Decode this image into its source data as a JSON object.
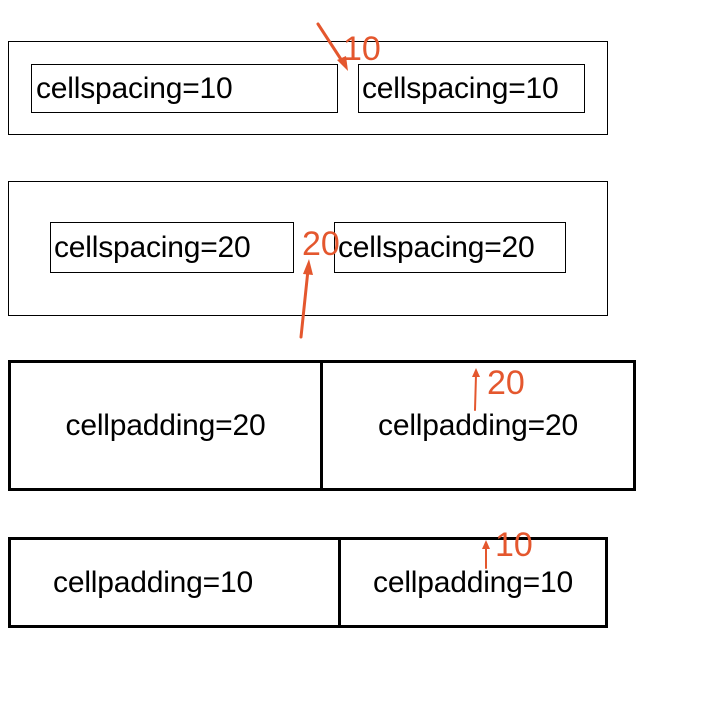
{
  "tables": [
    {
      "kind": "cellspacing",
      "cells": [
        "cellspacing=10",
        "cellspacing=10"
      ],
      "annotation": "10"
    },
    {
      "kind": "cellspacing",
      "cells": [
        "cellspacing=20",
        "cellspacing=20"
      ],
      "annotation": "20"
    },
    {
      "kind": "cellpadding",
      "cells": [
        "cellpadding=20",
        "cellpadding=20"
      ],
      "annotation": "20"
    },
    {
      "kind": "cellpadding",
      "cells": [
        "cellpadding=10",
        "cellpadding=10"
      ],
      "annotation": "10"
    }
  ],
  "annotation_color": "#e4572e"
}
